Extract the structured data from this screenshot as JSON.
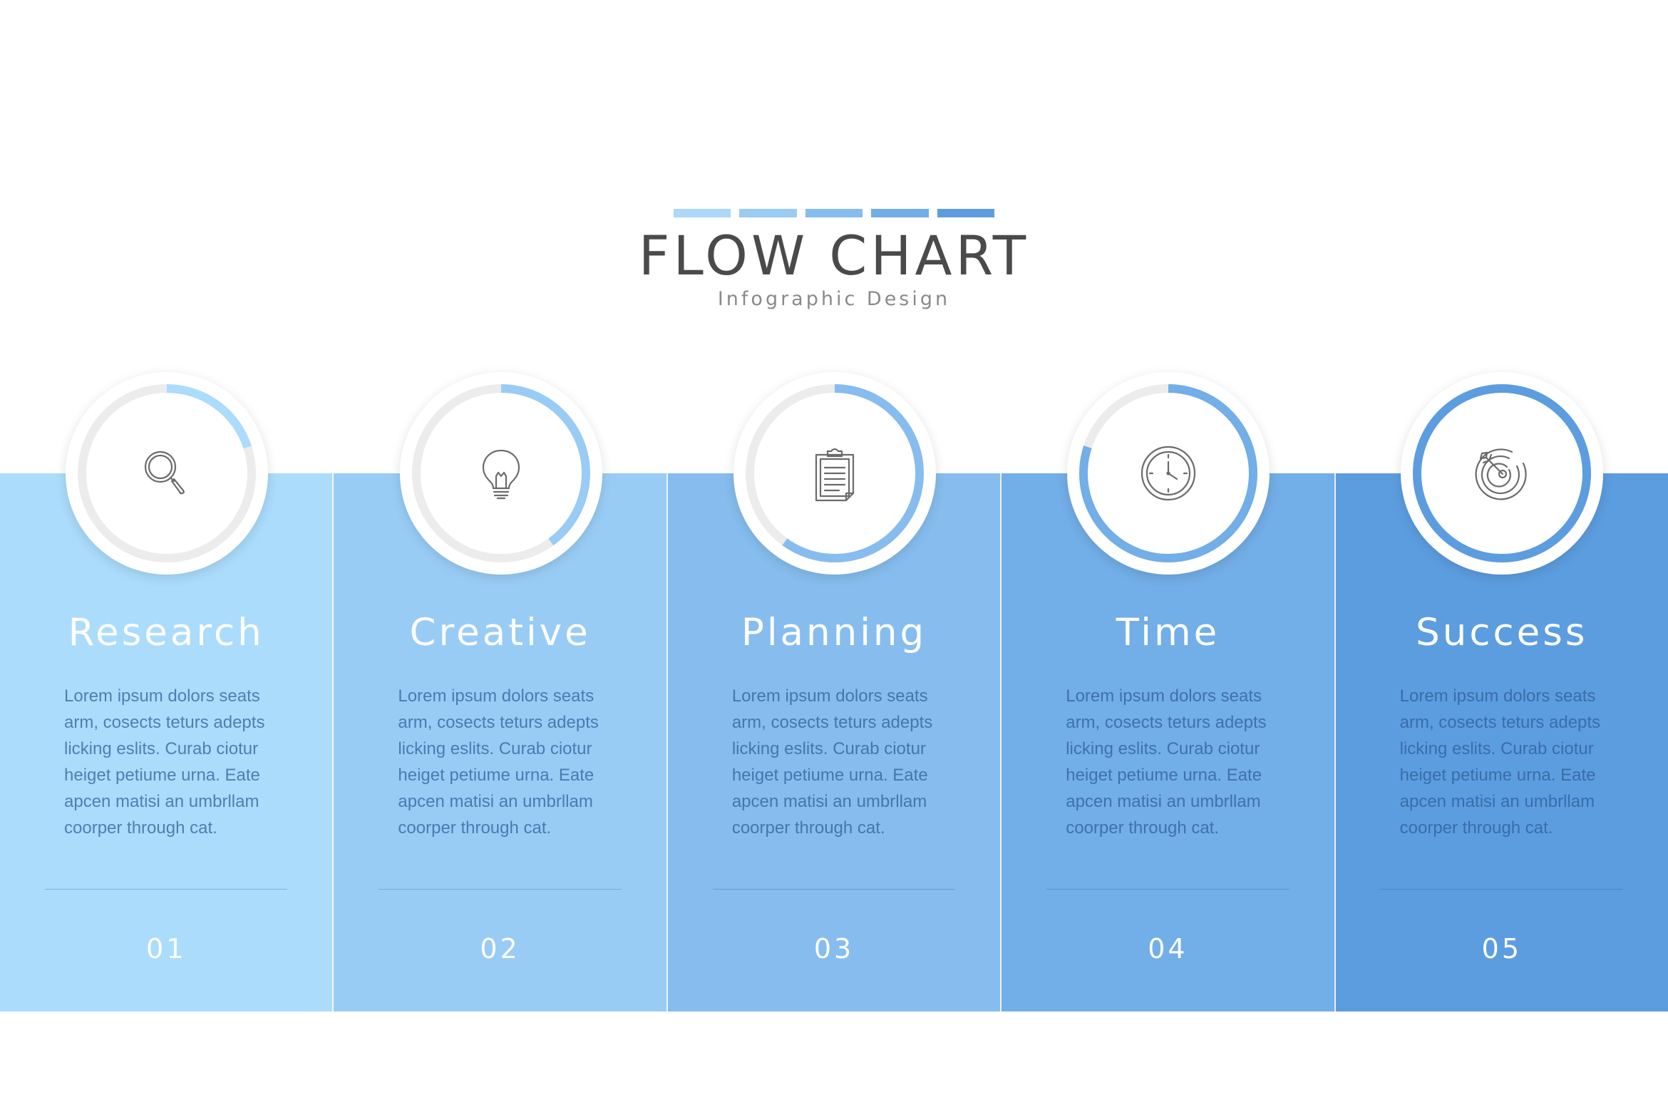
{
  "title": "FLOW CHART",
  "subtitle": "Infographic Design",
  "colors": {
    "top_bars": [
      "#abd8f8",
      "#99ccf5",
      "#86bdee",
      "#72ade6",
      "#5c9ddf"
    ],
    "ring_track": "#ececec",
    "icon_stroke": "#6b6b6b"
  },
  "steps": [
    {
      "name": "Research",
      "icon": "magnifier-icon",
      "number": "01",
      "color": "#abdcfb",
      "progress": 0.2,
      "text": "Lorem ipsum dolors seats arm, cosects teturs adepts licking eslits. Curab ciotur heiget petiume urna. Eate apcen matisi an umbrllam coorper through cat."
    },
    {
      "name": "Creative",
      "icon": "lightbulb-icon",
      "number": "02",
      "color": "#99ccf5",
      "progress": 0.4,
      "text": "Lorem ipsum dolors seats arm, cosects teturs adepts licking eslits. Curab ciotur heiget petiume urna. Eate apcen matisi an umbrllam coorper through cat."
    },
    {
      "name": "Planning",
      "icon": "clipboard-icon",
      "number": "03",
      "color": "#86bdee",
      "progress": 0.6,
      "text": "Lorem ipsum dolors seats arm, cosects teturs adepts licking eslits. Curab ciotur heiget petiume urna. Eate apcen matisi an umbrllam coorper through cat."
    },
    {
      "name": "Time",
      "icon": "clock-icon",
      "number": "04",
      "color": "#72aee7",
      "progress": 0.8,
      "text": "Lorem ipsum dolors seats arm, cosects teturs adepts licking eslits. Curab ciotur heiget petiume urna. Eate apcen matisi an umbrllam coorper through cat."
    },
    {
      "name": "Success",
      "icon": "target-icon",
      "number": "05",
      "color": "#5c9ddf",
      "progress": 1.0,
      "text": "Lorem ipsum dolors seats arm, cosects teturs adepts licking eslits. Curab ciotur heiget petiume urna. Eate apcen matisi an umbrllam coorper through cat."
    }
  ]
}
